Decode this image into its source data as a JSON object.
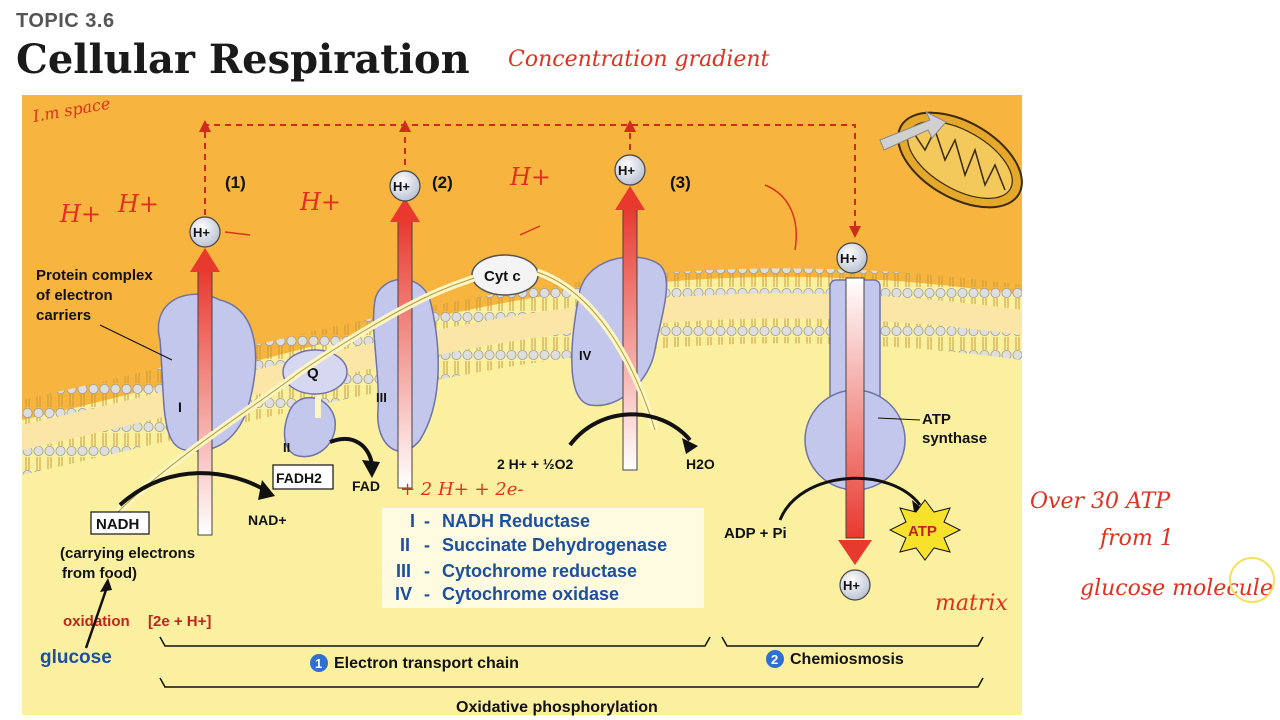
{
  "header": {
    "topic": "TOPIC 3.6",
    "title": "Cellular Respiration"
  },
  "diagram": {
    "steps": [
      "(1)",
      "(2)",
      "(3)"
    ],
    "ion": "H+",
    "protein_label": [
      "Protein complex",
      "of electron",
      "carriers"
    ],
    "complexes": [
      "I",
      "II",
      "III",
      "IV"
    ],
    "q": "Q",
    "cytc": "Cyt c",
    "fadh2": "FADH2",
    "fad": "FAD",
    "nadh": "NADH",
    "nad": "NAD+",
    "nadh_note": [
      "(carrying electrons",
      "from food)"
    ],
    "oxidation": "oxidation",
    "oxidation_value": "[2e + H+]",
    "glucose": "glucose",
    "water_in": "2 H+ + ½O2",
    "water_out": "H2O",
    "atp_synthase": [
      "ATP",
      "synthase"
    ],
    "adp": "ADP + Pi",
    "atp": "ATP",
    "legend": [
      {
        "num": "I",
        "name": "NADH Reductase"
      },
      {
        "num": "II",
        "name": "Succinate Dehydrogenase"
      },
      {
        "num": "III",
        "name": "Cytochrome reductase"
      },
      {
        "num": "IV",
        "name": "Cytochrome oxidase"
      }
    ],
    "sections": {
      "etc_num": "1",
      "etc": "Electron transport chain",
      "chemi_num": "2",
      "chemi": "Chemiosmosis",
      "oxphos": "Oxidative phosphorylation"
    }
  },
  "annotations": {
    "concentration": "Concentration gradient",
    "intermembrane": "I.m space",
    "h_plus": "H+",
    "over30": [
      "Over 30 ATP",
      "from 1",
      "glucose molecule"
    ],
    "matrix": "matrix",
    "two_h": "+ 2 H+ + 2e-"
  },
  "colors": {
    "intermembrane_space": "#f7b43e",
    "matrix": "#fbf0a0",
    "complex": "#c4c7ec",
    "arrow_red": "#e8392f",
    "handwriting": "#e0301e",
    "legend_text": "#1b4fa0"
  }
}
